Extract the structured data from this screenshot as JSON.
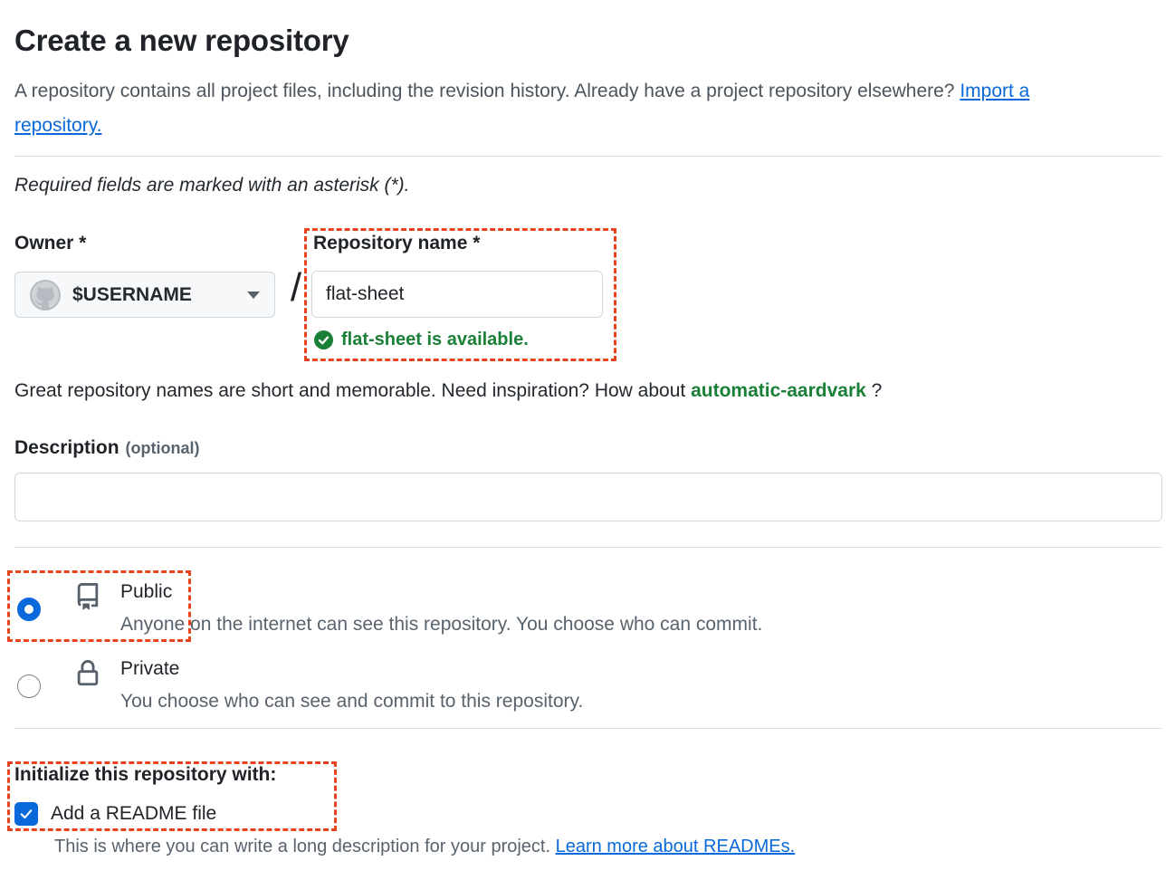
{
  "page": {
    "title": "Create a new repository"
  },
  "intro": {
    "text_before_link": "A repository contains all project files, including the revision history. Already have a project repository elsewhere? ",
    "link": "Import a repository."
  },
  "required_note": "Required fields are marked with an asterisk (*).",
  "owner": {
    "label": "Owner *",
    "button_text": "$USERNAME",
    "avatar_icon": "github-octocat-avatar",
    "caret_icon": "chevron-down"
  },
  "separator": "/",
  "repo_name": {
    "label": "Repository name *",
    "value": "flat-sheet",
    "availability": "flat-sheet is available.",
    "check_icon": "check-circle"
  },
  "inspiration": {
    "prefix": "Great repository names are short and memorable. Need inspiration? How about ",
    "suggestion": "automatic-aardvark",
    "suffix": " ?"
  },
  "description": {
    "label": "Description",
    "optional": "(optional)",
    "value": "",
    "placeholder": ""
  },
  "visibility": {
    "public": {
      "label": "Public",
      "description": "Anyone on the internet can see this repository. You choose who can commit.",
      "selected": true,
      "icon": "repo-book-icon"
    },
    "private": {
      "label": "Private",
      "description": "You choose who can see and commit to this repository.",
      "selected": false,
      "icon": "lock-icon"
    }
  },
  "initialize": {
    "heading": "Initialize this repository with:",
    "readme_label": "Add a README file",
    "readme_checked": true,
    "helper_text": "This is where you can write a long description for your project. ",
    "helper_link": "Learn more about READMEs."
  },
  "colors": {
    "link": "#0969da",
    "success": "#1a7f37",
    "accent": "#0969da",
    "annotation": "#e8431c"
  }
}
